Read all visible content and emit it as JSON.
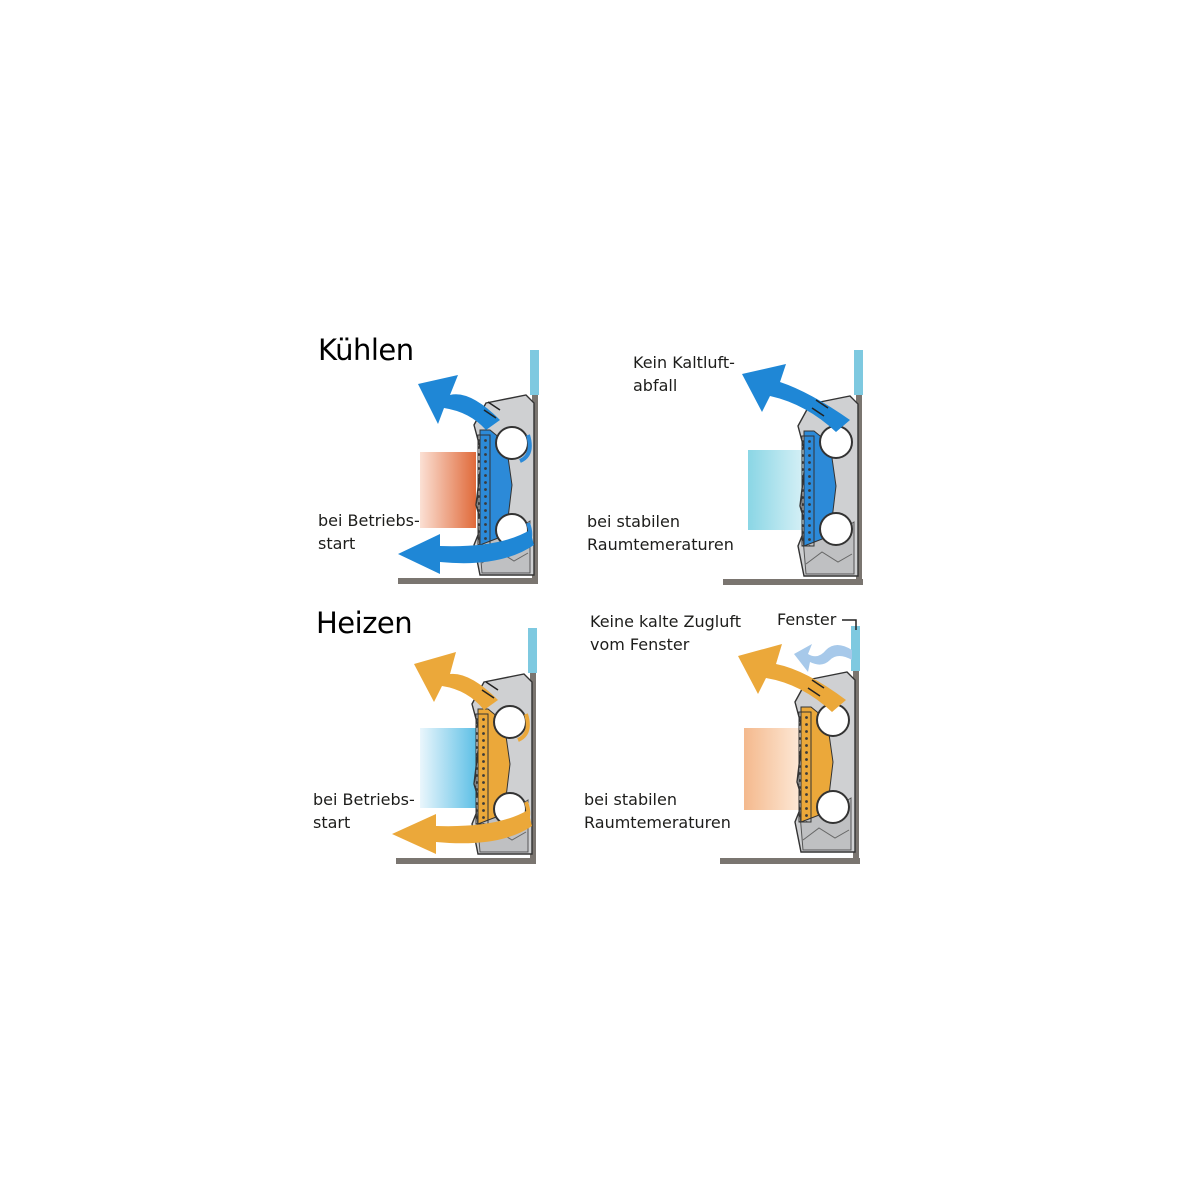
{
  "sections": {
    "cooling_title": "Kühlen",
    "heating_title": "Heizen"
  },
  "labels": {
    "startup": [
      "bei Betriebs-",
      "start"
    ],
    "stable": [
      "bei stabilen",
      "Raumtemeraturen"
    ],
    "no_cold_drop": [
      "Kein Kaltluft-",
      "abfall"
    ],
    "no_draft": [
      "Keine kalte Zugluft",
      "vom Fenster"
    ],
    "window": "Fenster"
  },
  "colors": {
    "cool_blue": "#1f87d6",
    "cool_blue_light": "#8fd3e6",
    "heat_orange": "#eba83a",
    "heat_orange_light": "#f7c38f",
    "warm_gradient_dark": "#e06a3a",
    "unit_gray": "#cfd0d2",
    "wall_gray": "#7a7570",
    "window_blue": "#7ec9e0",
    "draft_blue": "#a7c9ea"
  },
  "icons": [
    "fan-icon",
    "heat-exchanger-icon",
    "airflow-arrow-icon",
    "window-icon"
  ]
}
